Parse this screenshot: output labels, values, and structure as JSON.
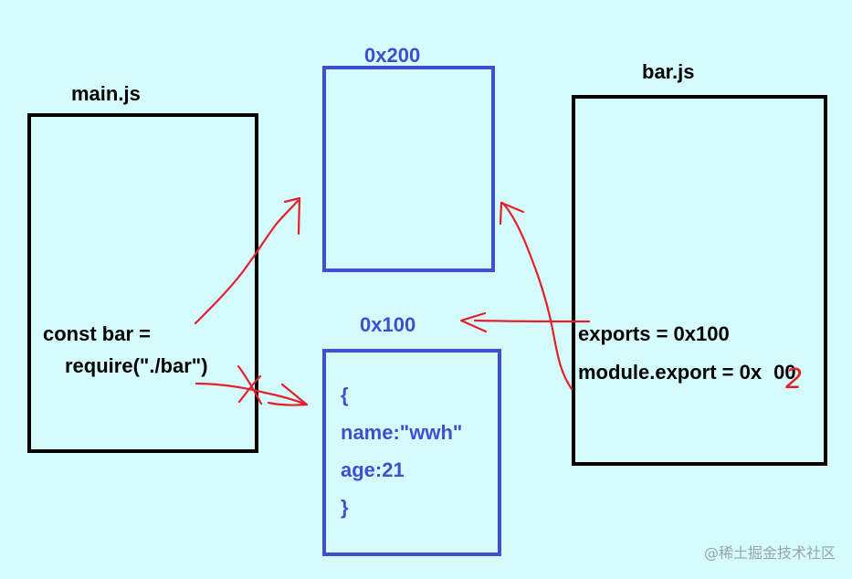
{
  "main": {
    "title": "main.js",
    "code_line_1": "const bar =",
    "code_line_2": "require(\"./bar\")"
  },
  "memory_200": {
    "label": "0x200"
  },
  "memory_100": {
    "label": "0x100",
    "lines": [
      "{",
      "name:\"wwh\"",
      "age:21",
      "}"
    ]
  },
  "bar": {
    "title": "bar.js",
    "line_1": "exports = 0x100",
    "line_2": "module.export = 0x",
    "line_2_suffix": "00",
    "scribble_digit": "2"
  },
  "watermark": "@稀土掘金技术社区",
  "colors": {
    "background": "#d4fcfc",
    "black": "#000000",
    "blue": "#3f4fd0",
    "red": "#e5202b"
  }
}
